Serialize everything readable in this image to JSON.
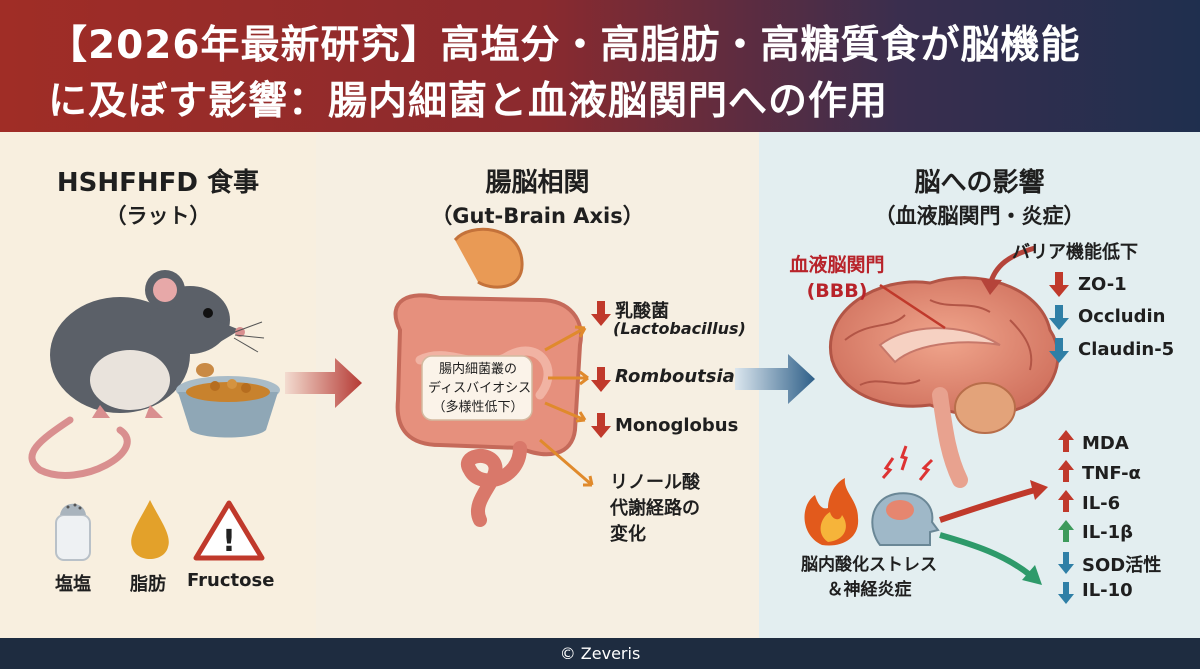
{
  "header": {
    "line1": "【2026年最新研究】高塩分・高脂肪・高糖質食が脳機能",
    "line2": "に及ぼす影響：腸内細菌と血液脳関門への作用"
  },
  "left": {
    "title": "HSHFHFD 食事",
    "subtitle": "（ラット）",
    "items": [
      "塩塩",
      "脂肪",
      "Fructose"
    ]
  },
  "middle": {
    "title": "腸脳相関",
    "subtitle": "（Gut-Brain Axis）",
    "gut_label": [
      "腸内細菌叢の",
      "ディスバイオシス",
      "（多様性低下）"
    ],
    "bacteria": [
      {
        "name": "乳酸菌",
        "sub": "(Lactobacillus)",
        "trend": "down"
      },
      {
        "name": "Romboutsia",
        "trend": "down"
      },
      {
        "name": "Monoglobus",
        "trend": "down"
      }
    ],
    "pathway": [
      "リノール酸",
      "代謝経路の",
      "変化"
    ]
  },
  "right": {
    "title": "脳への影響",
    "subtitle": "（血液脳関門・炎症）",
    "bbb_label": [
      "血液脳関門",
      "(BBB)"
    ],
    "barrier_title": "バリア機能低下",
    "barrier_markers": [
      {
        "name": "ZO-1",
        "trend": "down",
        "color": "#c0392b"
      },
      {
        "name": "Occludin",
        "trend": "down",
        "color": "#2f7fa6"
      },
      {
        "name": "Claudin-5",
        "trend": "down",
        "color": "#2f7fa6"
      }
    ],
    "stress_label": [
      "脳内酸化ストレス",
      "＆神経炎症"
    ],
    "inflammation_markers": [
      {
        "name": "MDA",
        "trend": "up",
        "color": "#c0392b"
      },
      {
        "name": "TNF-α",
        "trend": "up",
        "color": "#c0392b"
      },
      {
        "name": "IL-6",
        "trend": "up",
        "color": "#c0392b"
      },
      {
        "name": "IL-1β",
        "trend": "up",
        "color": "#3d9a5b"
      },
      {
        "name": "SOD活性",
        "trend": "down",
        "color": "#2f7fa6"
      },
      {
        "name": "IL-10",
        "trend": "down",
        "color": "#2f7fa6"
      }
    ]
  },
  "footer": {
    "copyright": "© Zeveris"
  }
}
